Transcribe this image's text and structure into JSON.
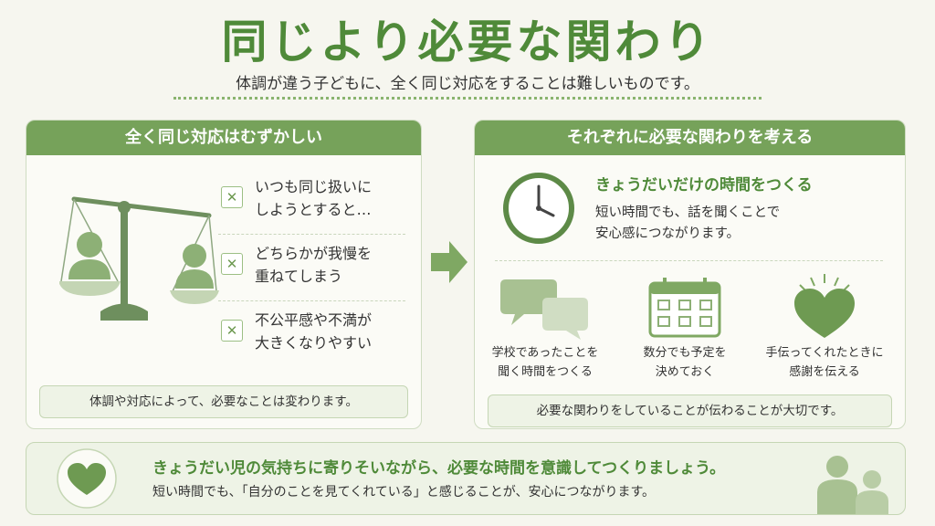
{
  "header": {
    "title": "同じより必要な関わり",
    "subtitle": "体調が違う子どもに、全く同じ対応をすることは難しいものです。"
  },
  "left_panel": {
    "heading": "全く同じ対応はむずかしい",
    "items": [
      {
        "icon": "x-icon",
        "text": "いつも同じ扱いに\nしようとすると…"
      },
      {
        "icon": "x-icon",
        "text": "どちらかが我慢を\n重ねてしまう"
      },
      {
        "icon": "x-icon",
        "text": "不公平感や不満が\n大きくなりやすい"
      }
    ],
    "note": "体調や対応によって、必要なことは変わります。"
  },
  "right_panel": {
    "heading": "それぞれに必要な関わりを考える",
    "main": {
      "icon": "clock-icon",
      "heading": "きょうだいだけの時間をつくる",
      "description": "短い時間でも、話を聞くことで\n安心感につながります。"
    },
    "ideas": [
      {
        "icon": "speech-bubbles-icon",
        "text": "学校であったことを\n聞く時間をつくる"
      },
      {
        "icon": "calendar-icon",
        "text": "数分でも予定を\n決めておく"
      },
      {
        "icon": "heart-icon",
        "text": "手伝ってくれたときに\n感謝を伝える"
      }
    ],
    "note": "必要な関わりをしていることが伝わることが大切です。"
  },
  "bottom": {
    "icon": "heart-icon",
    "heading": "きょうだい児の気持ちに寄りそいながら、必要な時間を意識してつくりましょう。",
    "description": "短い時間でも、「自分のことを見てくれている」と感じることが、安心につながります。"
  },
  "colors": {
    "accent": "#4f8a39",
    "panel_header": "#76a25a",
    "background": "#f6f6ef"
  }
}
